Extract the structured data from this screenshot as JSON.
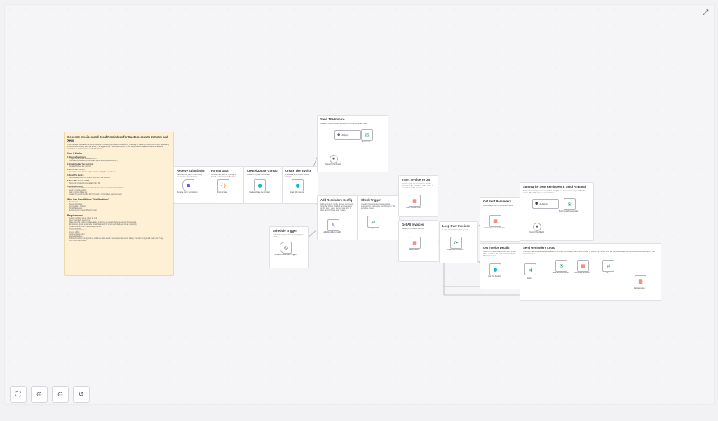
{
  "controls": {
    "expand_icon": "⤢",
    "fit_icon": "⛶",
    "zoom_in_icon": "⊕",
    "zoom_out_icon": "⊖",
    "reset_icon": "↺"
  },
  "note": {
    "title": "Generate Invoices and Send Reminders for Customers with Jotform and Xero",
    "intro": "This workflow automates the entire process of receiving product/service orders, checking or creating customers in Xero, generating invoices, and sending them via email — all triggered by a form submission. It also keeps track of unpaid invoices and sends reminders to customers on a scheduled basis.",
    "how_heading": "How It Works",
    "steps": [
      {
        "title": "1. Receive Submission",
        "items": [
          "Triggers when a new submission form",
          "Captures customer and order details (name/email/product/line, etc.)"
        ]
      },
      {
        "title": "2. Create/Update The Customer",
        "items": [
          "Creates/Updates the customer"
        ]
      },
      {
        "title": "3. Create The Invoice",
        "items": [
          "Generates a new invoice for the customer using the item selected"
        ]
      },
      {
        "title": "4. Send The Invoice",
        "items": [
          "Automatically sends the invoice via email to the customer"
        ]
      },
      {
        "title": "5. Store The Invoice in DB",
        "items": [
          "Stores the created invoice details in the DB"
        ]
      },
      {
        "title": "6. Send Reminders",
        "items": [
          "Every day at 9 AM, the automation checks each invoice to decide whether to:",
          "send a reminder email",
          "take no action if data not",
          "update the record from the DB if it is paid or all reminders have been sent"
        ]
      }
    ],
    "who_heading": "Who Can Benefit from This Workflow?",
    "who_items": [
      "Freelancers",
      "Service Providers",
      "Consultants & Coaches",
      "Small Businesses",
      "E-Commerce / Custom Product Sellers"
    ],
    "req_heading": "Requirements",
    "requirements": [
      "Jotform webhook setup, (show as Link)",
      "Xero credentials, check here",
      "Make sure that products that are added to Jotform are exactly the same as your Xero account",
      "Email setup, update email node (Gmail Node, and for Gmail credentials, see Gmail credential)",
      "Create data table with the following columns:",
      "invoice/id string",
      "reminder/type number",
      "invoice url/link",
      "reminder/last number",
      "last/reminder date",
      "Fill the Reminders Config node to update the days after it is overdue to take action, 1 days, then after 5 days, and finally after 7 days",
      "LLM model credentials"
    ]
  },
  "stickies": {
    "receive": {
      "title": "Receive Submission",
      "desc": "Receives the jotform form entry submission of the Jotform"
    },
    "format": {
      "title": "Format Data",
      "desc": "Formats the data for creating it based on the need of the Xero"
    },
    "contact": {
      "title": "Create/Update Contact",
      "desc": "Create or update the contact"
    },
    "create_invoice": {
      "title": "Create The Invoice",
      "desc": "Creates a new invoice for that contact"
    },
    "send_invoice": {
      "title": "Send The Invoice",
      "desc": "Send the newly created invoice for that customer as email"
    },
    "reminders_config": {
      "title": "Add Reminders Config",
      "desc": "Add reminders config, defines the invoice reminder trigger. the first reminder sent on the day 1 days, second one after 3 days and third one after 7 days."
    },
    "schedule": {
      "title": "Schedule Trigger",
      "desc": "Schedule trigger that runs every day at 9 AM"
    },
    "check_trigger": {
      "title": "Check Trigger",
      "desc": "Checks if the process invoices were executed by the invoice workflow or by the schedule trigger"
    },
    "insert_db": {
      "title": "Insert Invoice To DB",
      "desc": "Inserts newly created invoice details (defined in the workflow). DB is used to keep track of the invoices"
    },
    "get_all": {
      "title": "Get All Invoices",
      "desc": "Get all the invoices from DB"
    },
    "loop": {
      "title": "Loop Over Invoices",
      "desc": "Loops over invoices one by one"
    },
    "get_sent": {
      "title": "Get Sent Reminders",
      "desc": "Gets today's sent reminders from DB"
    },
    "summarize": {
      "title": "Summarize Sent Reminders & Send An Email",
      "desc": "Summarizes today's sent reminders using AI and sends summary email to the owner. The daily report of what is done."
    },
    "details": {
      "title": "Get Invoice Details",
      "desc": "Gets the invoice details from Xero to use those details in the next nodes to check their status of it"
    },
    "logic": {
      "title": "Send Reminders Logic",
      "desc": "The logic that decides whether to send a reminder email, skip it and move to next or delete the invoice from the DB because all the reminders have been sent or the invoice is paid"
    }
  },
  "nodes": {
    "receive": "Receive Form Submission",
    "format": "Format Data",
    "contact": "Create/Update the Contact",
    "create_invoice": "Create the Invoice",
    "ai_agent": "AI Agent",
    "send_email": "Send email",
    "openai_1": "OpenAI Chat Model",
    "reminders_config": "Add Reminders Config",
    "schedule": "Schedule Reminders Trigger",
    "if_node": "If",
    "insert_db": "Insert Invoice to DB",
    "get_all": "Get Invoices",
    "loop": "Loop Over Invoices",
    "get_sent": "Get today's sent reminders",
    "ai_agent_2": "AI Agent1",
    "send_summary": "Send reminders summary",
    "openai_2": "OpenAI Chat Model",
    "get_invoice": "Get The Invoice",
    "switch": "Switch",
    "send_reminder": "Send reminder email",
    "increment": "Increment reminder",
    "if_2": "If1",
    "delete": "Delete invoice"
  }
}
